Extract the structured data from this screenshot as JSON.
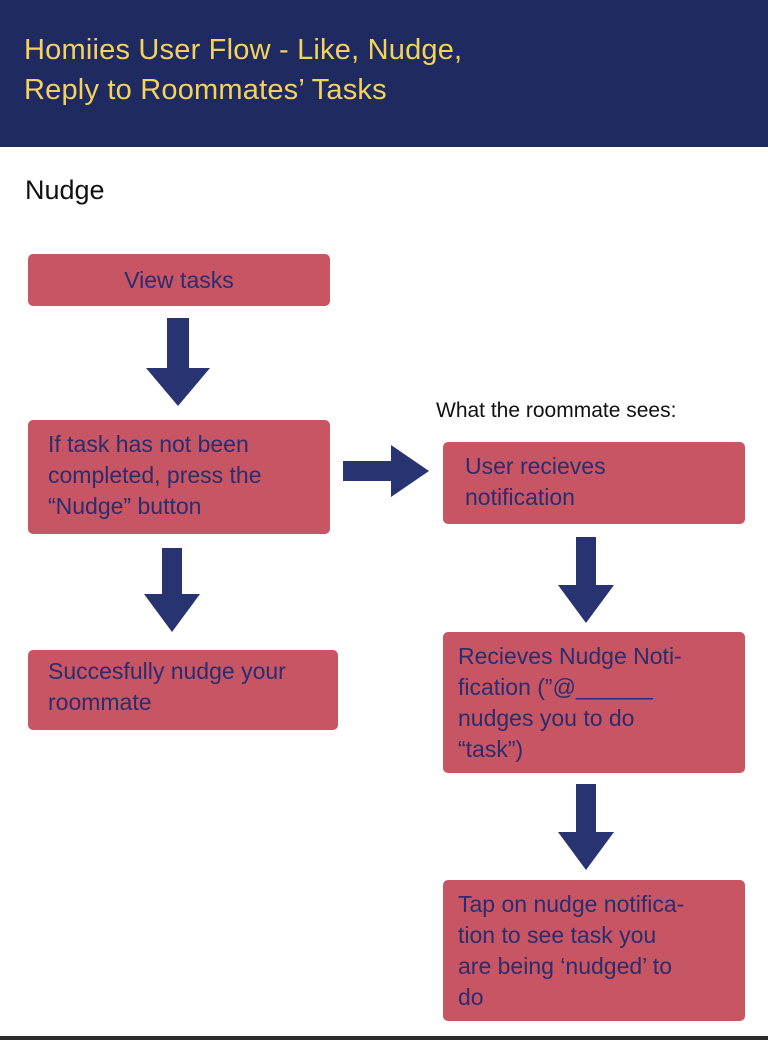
{
  "header": {
    "title": "Homiies User Flow  - Like, Nudge,\nReply to Roommates’ Tasks"
  },
  "section": {
    "title": "Nudge"
  },
  "roommate_label": "What the roommate sees:",
  "flow": {
    "view_tasks": "View tasks",
    "press_nudge": "If task has not been\ncompleted, press the\n“Nudge” button",
    "success": "Succesfully nudge your\nroommate",
    "receive_notification": "User recieves\nnotification",
    "nudge_notification": "Recieves Nudge Noti-\nfication (”@______\nnudges you to do\n“task”)",
    "tap_notification": "Tap on nudge notifica-\ntion to see task you\nare being ‘nudged’ to\ndo"
  },
  "colors": {
    "header_bg": "#1f2a60",
    "header_text": "#f3d35a",
    "box_fill": "#c85563",
    "box_text": "#2a2d6e",
    "arrow": "#283371"
  }
}
